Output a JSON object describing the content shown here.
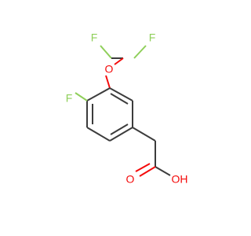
{
  "molecule": {
    "atoms": [
      {
        "id": "F_top_left",
        "symbol": "F",
        "color": "#8fcf5a"
      },
      {
        "id": "F_top_right",
        "symbol": "F",
        "color": "#8fcf5a"
      },
      {
        "id": "O_ether",
        "symbol": "O",
        "color": "#f40b0b"
      },
      {
        "id": "F_ring",
        "symbol": "F",
        "color": "#8fcf5a"
      },
      {
        "id": "O_carbonyl",
        "symbol": "O",
        "color": "#f40b0b"
      },
      {
        "id": "OH",
        "symbol": "OH",
        "color": "#f40b0b"
      }
    ],
    "bond_color": "#3c3c3c"
  }
}
